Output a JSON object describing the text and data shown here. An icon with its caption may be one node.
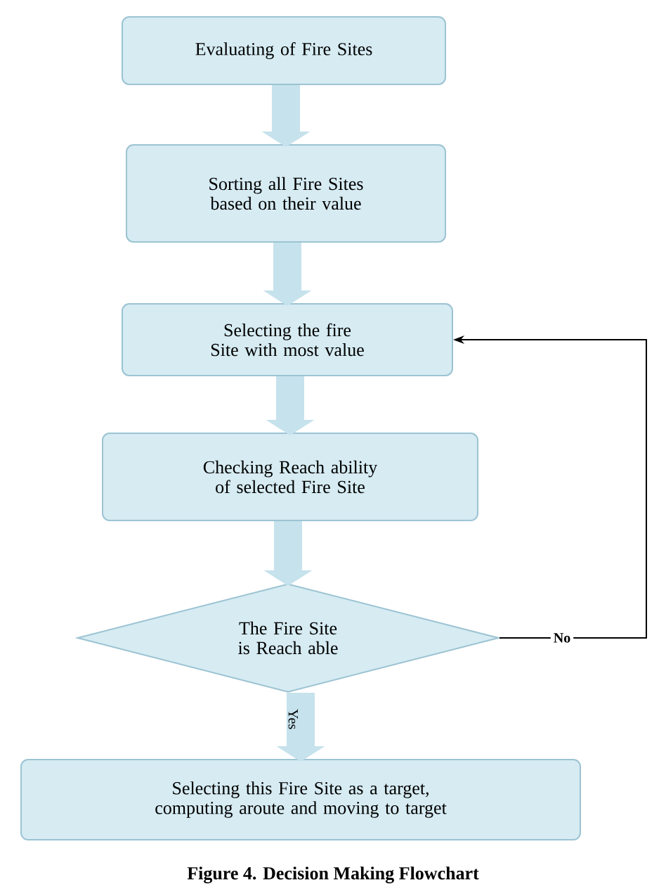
{
  "diagram": {
    "caption": "Figure 4. Decision Making Flowchart",
    "nodes": [
      {
        "text": [
          "Evaluating of Fire Sites"
        ]
      },
      {
        "text": [
          "Sorting all Fire Sites based on their value"
        ]
      },
      {
        "text": [
          "Selecting the fire Site with most value"
        ]
      },
      {
        "text": [
          "Checking Reach ability of selected Fire Site"
        ]
      },
      {
        "text": [
          "The Fire Site is Reach able"
        ]
      },
      {
        "text": [
          "Selecting this Fire Site as a target, computing aroute and moving to target"
        ]
      }
    ],
    "edges": [
      {
        "from": 0,
        "to": 1,
        "arrow": "to"
      },
      {
        "from": 1,
        "to": 2,
        "arrow": "to"
      },
      {
        "from": 2,
        "to": 3,
        "arrow": "to"
      },
      {
        "from": 3,
        "to": 4,
        "arrow": "to"
      },
      {
        "from": 4,
        "to": 5,
        "arrow": "to",
        "label": "Yes"
      },
      {
        "from": 4,
        "to": 2,
        "arrow": "to",
        "label": "No",
        "color": "#000000"
      }
    ]
  }
}
